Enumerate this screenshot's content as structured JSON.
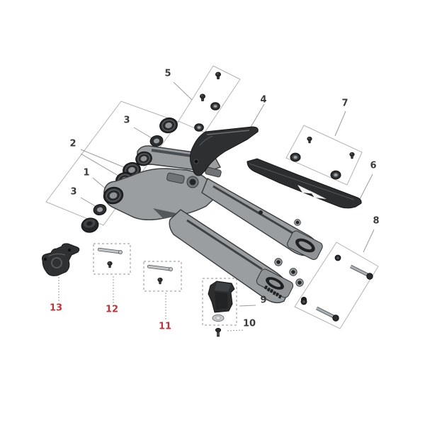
{
  "diagram": {
    "type": "exploded-parts-diagram",
    "subject": "motorcycle rear swingarm assembly",
    "background": "#ffffff",
    "colors": {
      "label_default": "#3b3b3b",
      "label_highlight": "#c0333b",
      "leader_line": "#9b9b9b",
      "group_box_outline": "#b3b3b3",
      "dashed_box_outline": "#8f8f8f",
      "part_gray": "#9a9ea1",
      "part_dark": "#2b2d2f"
    },
    "labels": {
      "l1": {
        "text": "1",
        "highlighted": false
      },
      "l2": {
        "text": "2",
        "highlighted": false
      },
      "l3a": {
        "text": "3",
        "highlighted": false
      },
      "l3b": {
        "text": "3",
        "highlighted": false
      },
      "l4": {
        "text": "4",
        "highlighted": false
      },
      "l5": {
        "text": "5",
        "highlighted": false
      },
      "l6": {
        "text": "6",
        "highlighted": false
      },
      "l7": {
        "text": "7",
        "highlighted": false
      },
      "l8": {
        "text": "8",
        "highlighted": false
      },
      "l9": {
        "text": "9",
        "highlighted": false
      },
      "l10": {
        "text": "10",
        "highlighted": false
      },
      "l11": {
        "text": "11",
        "highlighted": true
      },
      "l12": {
        "text": "12",
        "highlighted": true
      },
      "l13": {
        "text": "13",
        "highlighted": true
      }
    }
  }
}
